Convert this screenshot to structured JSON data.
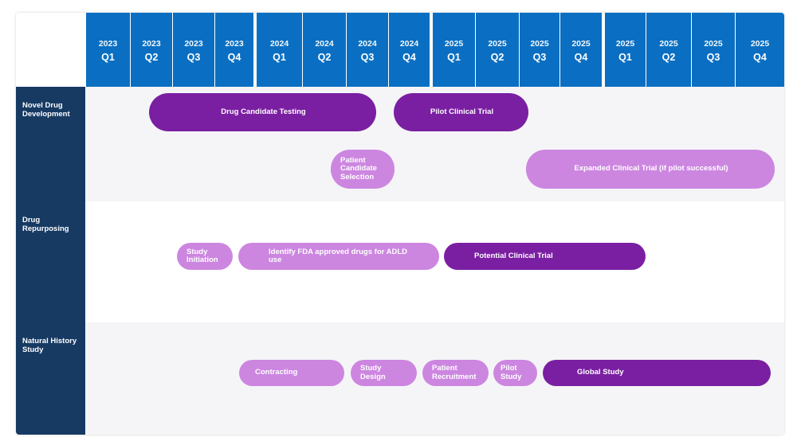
{
  "timeline": {
    "quarters": [
      {
        "year": "2023",
        "q": "Q1"
      },
      {
        "year": "2023",
        "q": "Q2"
      },
      {
        "year": "2023",
        "q": "Q3"
      },
      {
        "year": "2023",
        "q": "Q4"
      },
      {
        "year": "2024",
        "q": "Q1"
      },
      {
        "year": "2024",
        "q": "Q2"
      },
      {
        "year": "2024",
        "q": "Q3"
      },
      {
        "year": "2024",
        "q": "Q4"
      },
      {
        "year": "2025",
        "q": "Q1"
      },
      {
        "year": "2025",
        "q": "Q2"
      },
      {
        "year": "2025",
        "q": "Q3"
      },
      {
        "year": "2025",
        "q": "Q4"
      },
      {
        "year": "2025",
        "q": "Q1"
      },
      {
        "year": "2025",
        "q": "Q2"
      },
      {
        "year": "2025",
        "q": "Q3"
      },
      {
        "year": "2025",
        "q": "Q4"
      }
    ]
  },
  "colors": {
    "header_blue": "#0a6fc2",
    "row_label_navy": "#173a63",
    "bar_dark_purple": "#7a1fa2",
    "bar_light_purple": "#cc86e0"
  },
  "rows": [
    {
      "label": "Novel Drug Development",
      "tasks": [
        {
          "label": "Drug Candidate Testing",
          "style": "dark"
        },
        {
          "label": "Pilot Clinical Trial",
          "style": "dark"
        },
        {
          "label": "Patient\nCandidate\nSelection",
          "style": "light"
        },
        {
          "label": "Expanded Clinical Trial (if pilot successful)",
          "style": "light"
        }
      ]
    },
    {
      "label": "Drug Repurposing",
      "tasks": [
        {
          "label": "Study\nInitiation",
          "style": "light"
        },
        {
          "label": "Identify FDA approved drugs for ADLD\nuse",
          "style": "light"
        },
        {
          "label": "Potential Clinical Trial",
          "style": "dark"
        }
      ]
    },
    {
      "label": "Natural History Study",
      "tasks": [
        {
          "label": "Contracting",
          "style": "light"
        },
        {
          "label": "Study\nDesign",
          "style": "light"
        },
        {
          "label": "Patient\nRecruitment",
          "style": "light"
        },
        {
          "label": "Pilot\nStudy",
          "style": "light"
        },
        {
          "label": "Global Study",
          "style": "dark"
        }
      ]
    }
  ]
}
